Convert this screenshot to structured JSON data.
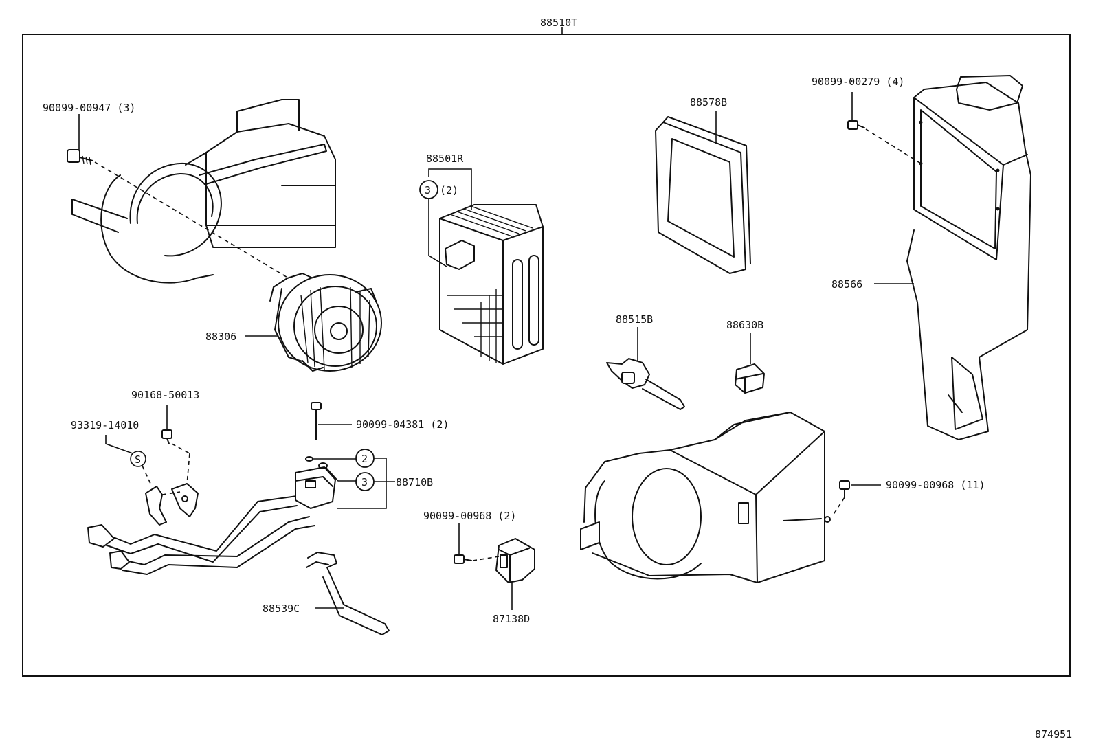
{
  "labels": {
    "assembly": "88510T",
    "screw_top_left": "90099-00947 (3)",
    "fan_motor": "88306",
    "evaporator": "88501R",
    "evap_ring_qty": "(2)",
    "ring_3": "3",
    "ring_2": "2",
    "ring_s": "S",
    "seal": "88578B",
    "screw_top_right": "90099-00279 (4)",
    "duct": "88566",
    "expansion_valve": "88515B",
    "thermistor": "88630B",
    "screw_small": "90168-50013",
    "clamp": "93319-14010",
    "bolt": "90099-04381 (2)",
    "tube": "88710B",
    "screw_right": "90099-00968 (11)",
    "screw_resistor": "90099-00968 (2)",
    "resistor": "87138D",
    "drain_hose": "88539C",
    "catalog_no": "874951"
  }
}
